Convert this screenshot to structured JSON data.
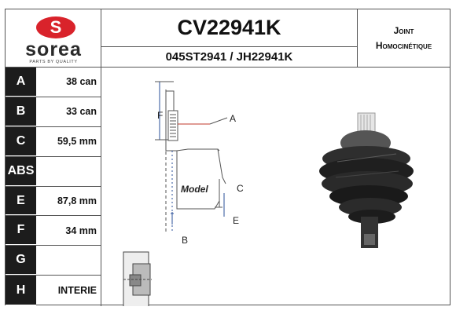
{
  "brand": {
    "logo_letter": "S",
    "name": "sorea",
    "tagline": "PARTS  BY  QUALITY",
    "colors": {
      "logo": "#d9232b",
      "black_cell": "#1c1c1c"
    }
  },
  "header": {
    "reference": "CV22941K",
    "oe_numbers": "045ST2941 / JH22941K",
    "product_type_line1": "Joint",
    "product_type_line2": "Homocinétique"
  },
  "specs": [
    {
      "letter": "A",
      "value": "38 can"
    },
    {
      "letter": "B",
      "value": "33 can"
    },
    {
      "letter": "C",
      "value": "59,5 mm"
    },
    {
      "letter": "ABS",
      "value": ""
    },
    {
      "letter": "E",
      "value": "87,8 mm"
    },
    {
      "letter": "F",
      "value": "34 mm"
    },
    {
      "letter": "G",
      "value": ""
    },
    {
      "letter": "H",
      "value": "INTERIE"
    }
  ],
  "diagram": {
    "labels": {
      "a": "A",
      "b": "B",
      "c": "C",
      "e": "E",
      "f": "F",
      "model": "Model"
    }
  }
}
